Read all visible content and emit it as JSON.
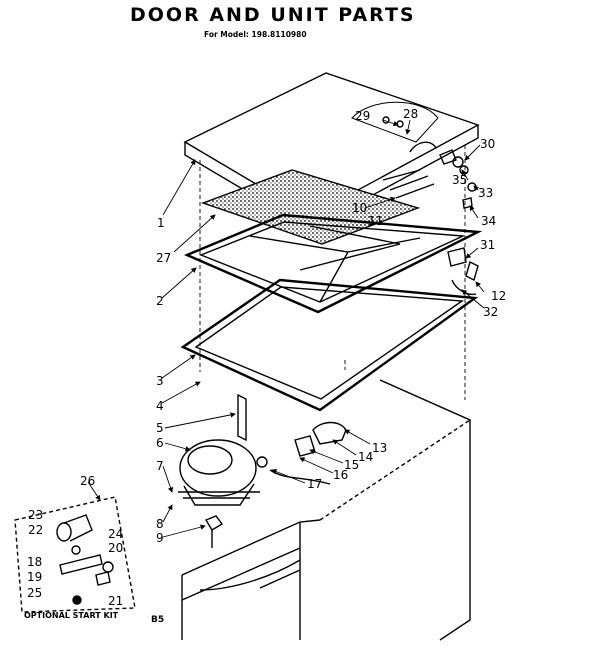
{
  "header": {
    "title": "DOOR AND UNIT PARTS",
    "model_line": "For Model: 198.8110980"
  },
  "kit_label": "OPTIONAL START KIT",
  "footer": {
    "code": "B5"
  },
  "callouts": [
    {
      "id": "c1",
      "label": "1"
    },
    {
      "id": "c2",
      "label": "2"
    },
    {
      "id": "c3",
      "label": "3"
    },
    {
      "id": "c4",
      "label": "4"
    },
    {
      "id": "c5",
      "label": "5"
    },
    {
      "id": "c6",
      "label": "6"
    },
    {
      "id": "c7",
      "label": "7"
    },
    {
      "id": "c8",
      "label": "8"
    },
    {
      "id": "c9",
      "label": "9"
    },
    {
      "id": "c10",
      "label": "10"
    },
    {
      "id": "c11",
      "label": "11"
    },
    {
      "id": "c12",
      "label": "12"
    },
    {
      "id": "c13",
      "label": "13"
    },
    {
      "id": "c14",
      "label": "14"
    },
    {
      "id": "c15",
      "label": "15"
    },
    {
      "id": "c16",
      "label": "16"
    },
    {
      "id": "c17",
      "label": "17"
    },
    {
      "id": "c18",
      "label": "18"
    },
    {
      "id": "c19",
      "label": "19"
    },
    {
      "id": "c20",
      "label": "20"
    },
    {
      "id": "c21",
      "label": "21"
    },
    {
      "id": "c22",
      "label": "22"
    },
    {
      "id": "c23",
      "label": "23"
    },
    {
      "id": "c24",
      "label": "24"
    },
    {
      "id": "c25",
      "label": "25"
    },
    {
      "id": "c26",
      "label": "26"
    },
    {
      "id": "c27",
      "label": "27"
    },
    {
      "id": "c28",
      "label": "28"
    },
    {
      "id": "c29",
      "label": "29"
    },
    {
      "id": "c30",
      "label": "30"
    },
    {
      "id": "c31",
      "label": "31"
    },
    {
      "id": "c32",
      "label": "32"
    },
    {
      "id": "c33",
      "label": "33"
    },
    {
      "id": "c34",
      "label": "34"
    },
    {
      "id": "c35",
      "label": "35"
    }
  ]
}
